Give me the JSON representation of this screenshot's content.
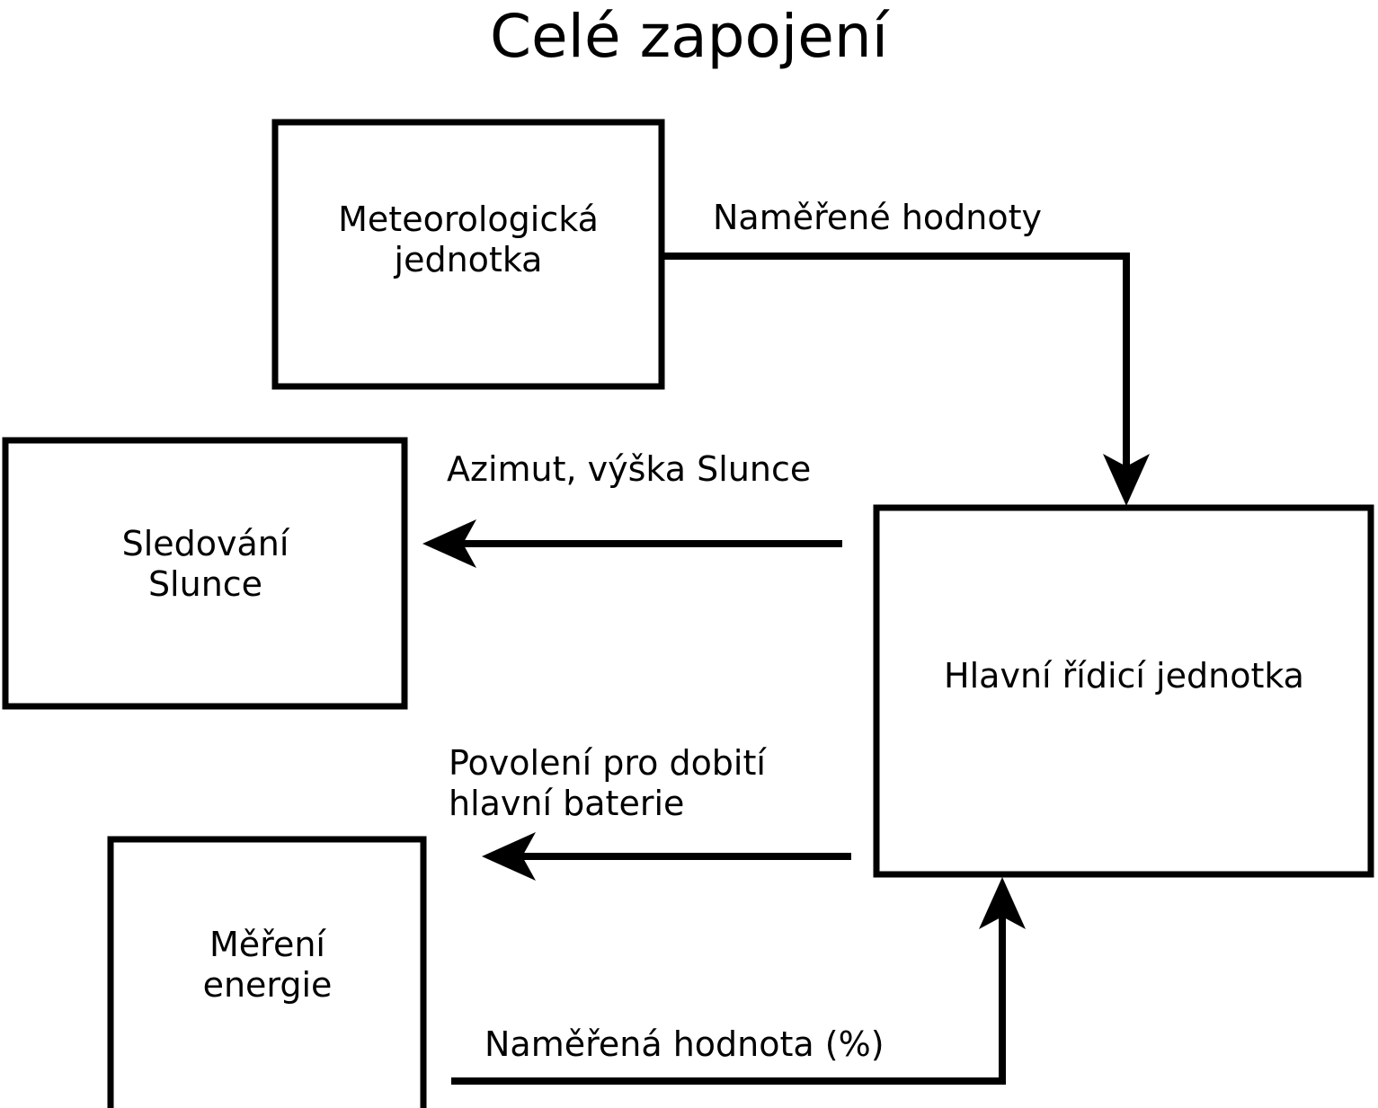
{
  "diagram": {
    "title": "Celé zapojení",
    "language": "cs",
    "type": "block-diagram",
    "background_color": "#ffffff",
    "stroke_color": "#000000",
    "nodes": [
      {
        "id": "weather-unit",
        "label": "Meteorologická\njednotka",
        "shape": "rectangle"
      },
      {
        "id": "sun-tracking",
        "label": "Sledování\nSlunce",
        "shape": "rectangle"
      },
      {
        "id": "main-control",
        "label": "Hlavní řídicí jednotka",
        "shape": "rectangle"
      },
      {
        "id": "energy-measurement",
        "label": "Měření\nenergie",
        "shape": "rectangle"
      }
    ],
    "edges": [
      {
        "id": "weather-to-control",
        "label": "Naměřené hodnoty",
        "from": "weather-unit",
        "to": "main-control",
        "arrow": "down"
      },
      {
        "id": "control-to-sun",
        "label": "Azimut, výška Slunce",
        "from": "main-control",
        "to": "sun-tracking",
        "arrow": "left"
      },
      {
        "id": "control-to-energy",
        "label": "Povolení pro dobití\nhlavní baterie",
        "from": "main-control",
        "to": "energy-measurement",
        "arrow": "left"
      },
      {
        "id": "energy-to-control",
        "label": "Naměřená hodnota (%)",
        "from": "energy-measurement",
        "to": "main-control",
        "arrow": "up"
      }
    ]
  }
}
